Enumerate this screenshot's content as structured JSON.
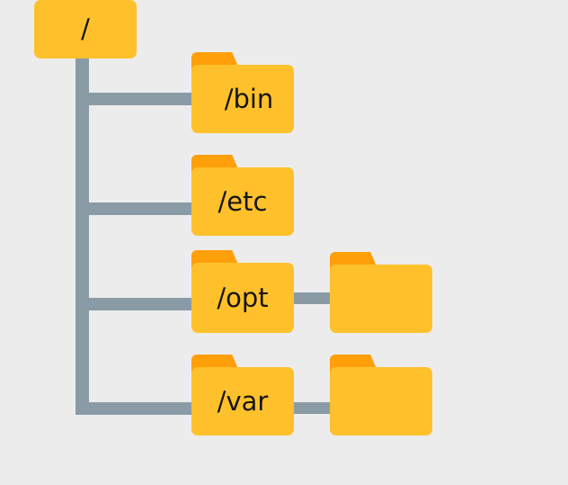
{
  "tree": {
    "root": {
      "label": "/"
    },
    "children": [
      {
        "label": "/bin",
        "sub_folder": false
      },
      {
        "label": "/etc",
        "sub_folder": false
      },
      {
        "label": "/opt",
        "sub_folder": true
      },
      {
        "label": "/var",
        "sub_folder": true
      }
    ]
  },
  "colors": {
    "background": "#ececec",
    "folder_body": "#ffc12b",
    "folder_tab": "#ff9f0a",
    "connector": "#8a9ba6",
    "label_text": "#151515"
  }
}
